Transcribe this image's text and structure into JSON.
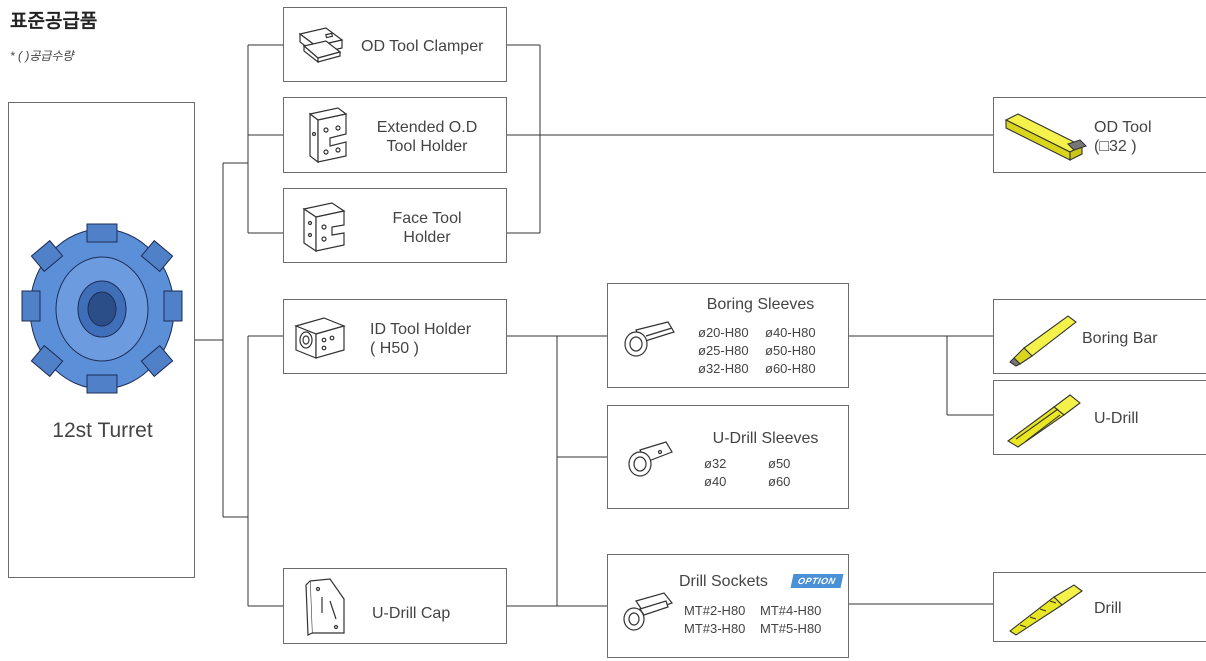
{
  "header": {
    "title": "표준공급품",
    "note": "* ( )공급수량"
  },
  "turret": {
    "label": "12st Turret"
  },
  "nodes": {
    "od_clamper": {
      "label": "OD Tool Clamper"
    },
    "ext_holder": {
      "line1": "Extended O.D",
      "line2": "Tool Holder"
    },
    "face_holder": {
      "line1": "Face Tool",
      "line2": "Holder"
    },
    "id_holder": {
      "line1": "ID Tool Holder",
      "line2": "( H50 )"
    },
    "udrill_cap": {
      "label": "U-Drill Cap"
    },
    "boring_sleeves": {
      "title": "Boring Sleeves",
      "specs": [
        "ø20-H80",
        "ø40-H80",
        "ø25-H80",
        "ø50-H80",
        "ø32-H80",
        "ø60-H80"
      ]
    },
    "udrill_sleeves": {
      "title": "U-Drill Sleeves",
      "specs": [
        "ø32",
        "ø50",
        "ø40",
        "ø60"
      ]
    },
    "drill_sockets": {
      "title": "Drill Sockets",
      "badge": "OPTION",
      "specs": [
        "MT#2-H80",
        "MT#4-H80",
        "MT#3-H80",
        "MT#5-H80"
      ]
    },
    "od_tool": {
      "line1": "OD Tool",
      "line2": "(□32 )"
    },
    "boring_bar": {
      "label": "Boring Bar"
    },
    "udrill": {
      "label": "U-Drill"
    },
    "drill": {
      "label": "Drill"
    }
  },
  "colors": {
    "turret_blue": "#5b8fd8",
    "tool_yellow": "#e9e623",
    "badge_blue": "#4a90d6",
    "line": "#333333"
  }
}
